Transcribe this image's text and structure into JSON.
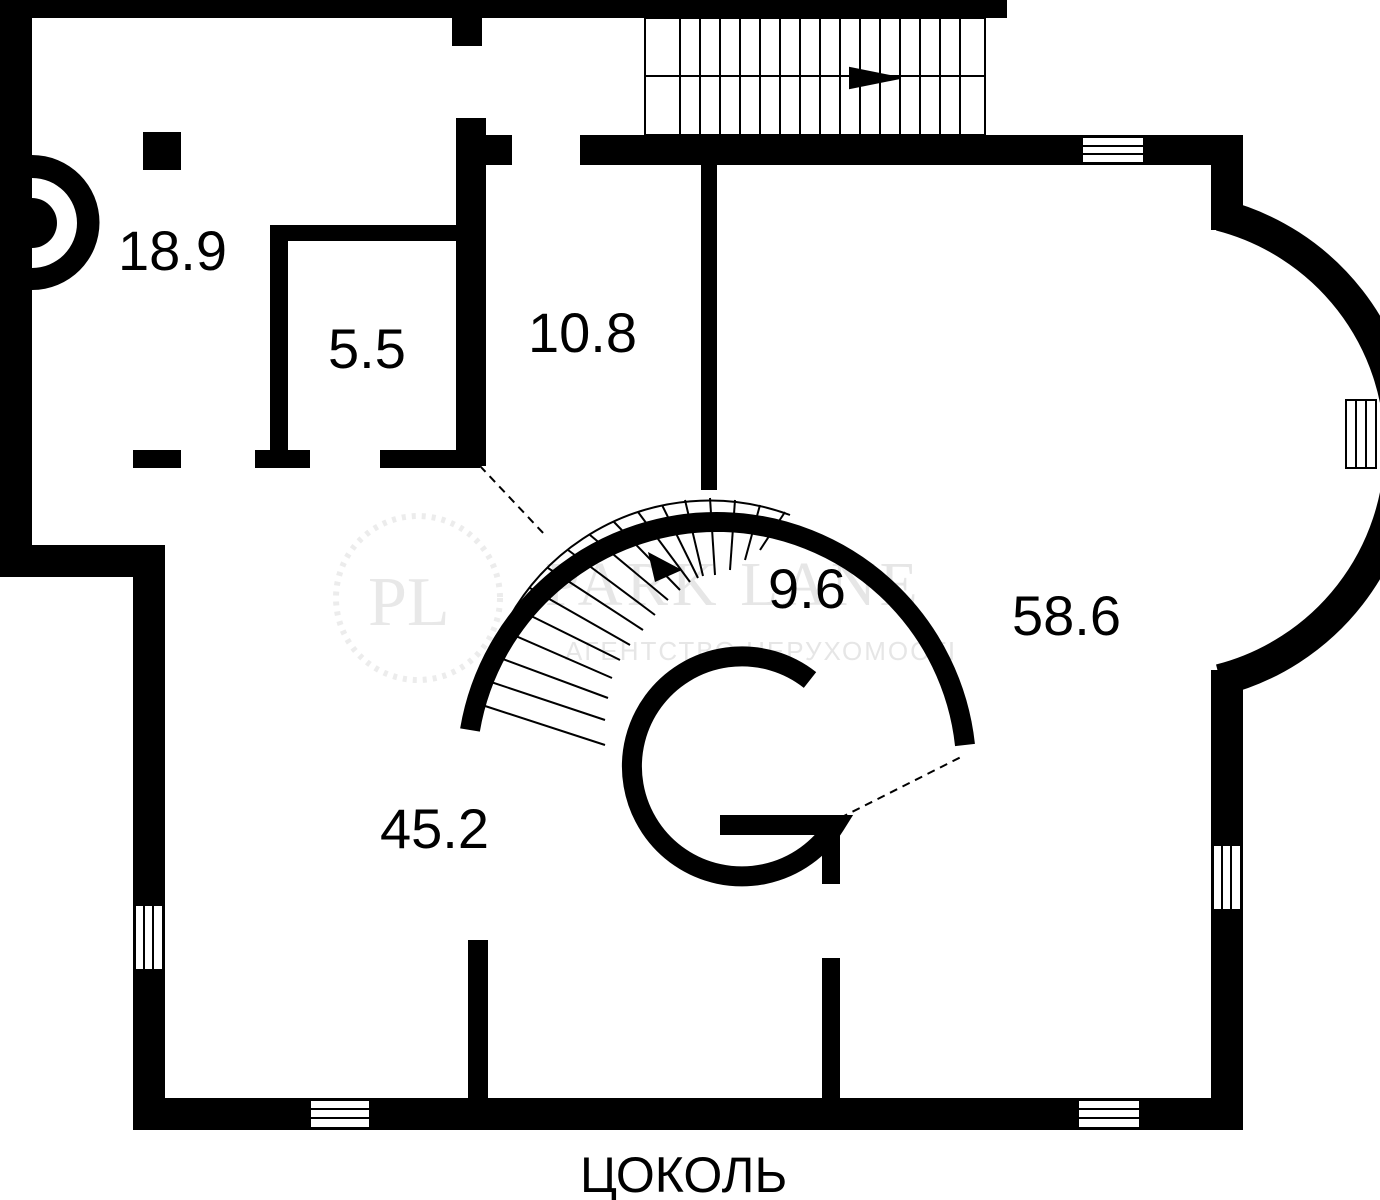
{
  "floor_label": "ЦОКОЛЬ",
  "rooms": [
    {
      "id": "r1",
      "area": "18.9"
    },
    {
      "id": "r2",
      "area": "5.5"
    },
    {
      "id": "r3",
      "area": "10.8"
    },
    {
      "id": "r4",
      "area": "9.6"
    },
    {
      "id": "r5",
      "area": "58.6"
    },
    {
      "id": "r6",
      "area": "45.2"
    }
  ],
  "watermark": {
    "monogram": "PL",
    "title": "PARK LANE",
    "subtitle": "АГЕНТСТВО НЕРУХОМОСТІ"
  },
  "colors": {
    "wall": "#000000",
    "background": "#ffffff",
    "watermark": "#e6e6e6"
  }
}
